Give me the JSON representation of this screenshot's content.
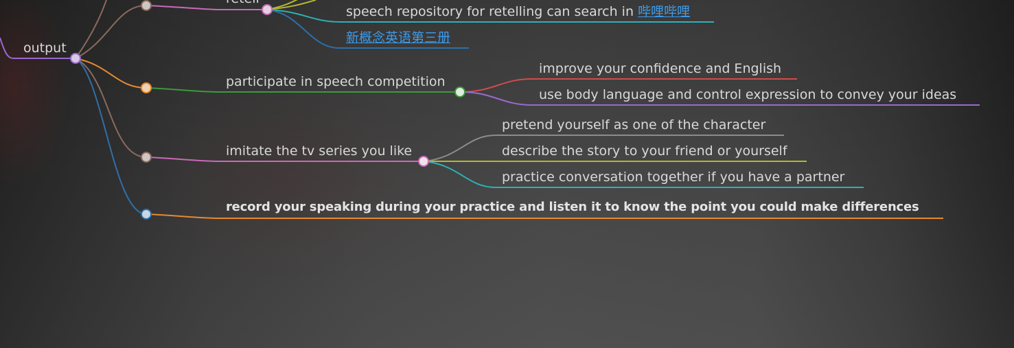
{
  "nodes": {
    "output": "output",
    "retell": "retell",
    "speech_repository": "speech repository for retelling can search in ",
    "bilibili_link": "哔哩哔哩",
    "new_concept_link": "新概念英语第三册",
    "speech_competition": "participate in speech competition",
    "improve_confidence": "improve your confidence and English",
    "body_language": "use body language and control expression to convey your ideas",
    "imitate_tv": "imitate the tv series you like",
    "pretend_character": "pretend yourself as one of the character",
    "describe_story": "describe the story to your friend or yourself",
    "practice_conversation": "practice conversation together if you have a partner",
    "record_speaking": "record your speaking during your practice and listen it to know the point you could make differences"
  },
  "colors": {
    "link": "#3d9be9",
    "text": "#d9d9d9",
    "pink": "#c86bb8",
    "brown": "#8a6a5e",
    "orange": "#e88a2e",
    "green": "#3d9a3d",
    "red": "#d24b4b",
    "purple": "#9a6ad0",
    "grey": "#8c8c8c",
    "olive": "#b6b630",
    "teal": "#2fb0b8",
    "blue": "#2f6fa8"
  }
}
